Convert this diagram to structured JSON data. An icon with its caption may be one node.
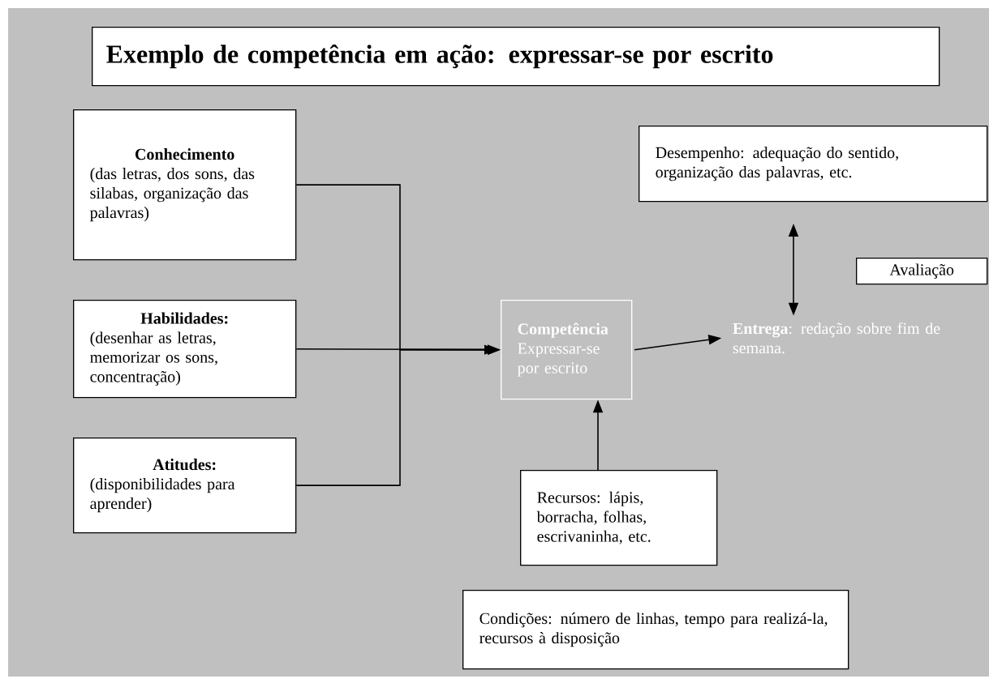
{
  "diagram": {
    "title": "Exemplo de competência em ação: expressar-se por escrito",
    "nodes": [
      {
        "text": [
          "Conhecimento",
          "(das letras, dos sons, das silabas, organização das palavras)"
        ]
      },
      {
        "text": [
          "Habilidades:",
          "(desenhar as letras, memorizar os sons, concentração)"
        ]
      },
      {
        "text": [
          "Atitudes:",
          "(disponibilidades para aprender)"
        ]
      },
      {
        "text": [
          "Competência",
          "Expressar-se por escrito"
        ]
      },
      {
        "text": [
          "**Entrega**: redação sobre fim de semana."
        ]
      },
      {
        "text": [
          "Desempenho: adequação do sentido, organização das palavras, etc."
        ]
      },
      {
        "text": [
          "Avaliação"
        ]
      },
      {
        "text": [
          "Recursos: lápis, borracha, folhas, escrivaninha, etc."
        ]
      },
      {
        "text": [
          "Condições: número de linhas, tempo para realizá-la, recursos à disposição"
        ]
      }
    ],
    "edges": [
      {
        "from": 0,
        "to": 3,
        "arrow": "to"
      },
      {
        "from": 1,
        "to": 3,
        "arrow": "to"
      },
      {
        "from": 2,
        "to": 3,
        "arrow": "to"
      },
      {
        "from": 3,
        "to": 4,
        "arrow": "to"
      },
      {
        "from": 7,
        "to": 3,
        "arrow": "to"
      },
      {
        "from": 4,
        "to": 5,
        "arrow": "both"
      }
    ]
  }
}
